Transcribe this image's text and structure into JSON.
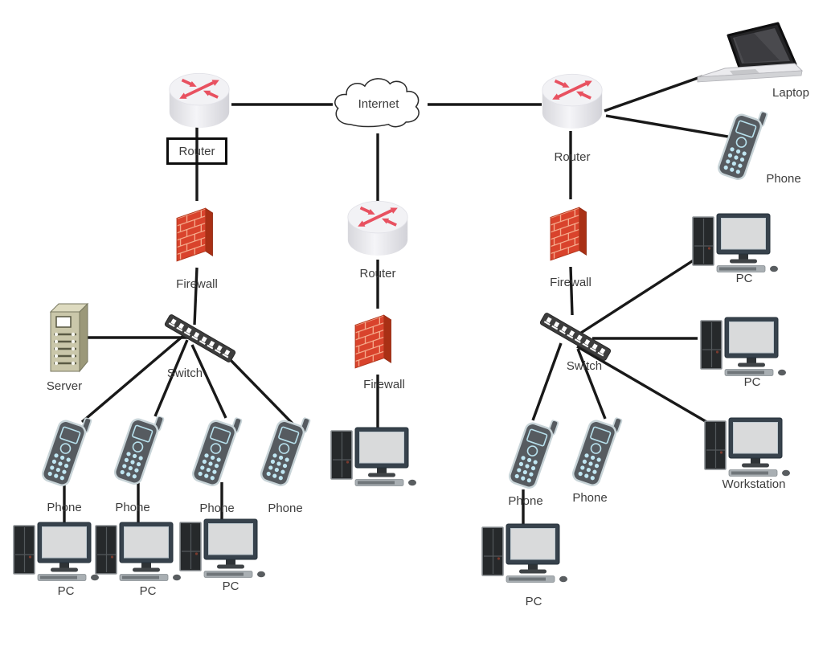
{
  "diagram": {
    "type": "network-topology",
    "background": "#ffffff"
  },
  "nodes": {
    "internet": {
      "label": "Internet",
      "kind": "cloud"
    },
    "router_top_left": {
      "label": "Router",
      "kind": "router"
    },
    "router_top_right": {
      "label": "Router",
      "kind": "router"
    },
    "router_center": {
      "label": "Router",
      "kind": "router"
    },
    "laptop": {
      "label": "Laptop",
      "kind": "laptop"
    },
    "phone_wan": {
      "label": "Phone",
      "kind": "phone"
    },
    "firewall_left": {
      "label": "Firewall",
      "kind": "firewall"
    },
    "firewall_center": {
      "label": "Firewall",
      "kind": "firewall"
    },
    "firewall_right": {
      "label": "Firewall",
      "kind": "firewall"
    },
    "server": {
      "label": "Server",
      "kind": "server"
    },
    "switch_left": {
      "label": "Switch",
      "kind": "switch"
    },
    "switch_right": {
      "label": "Switch",
      "kind": "switch"
    },
    "phone_l1": {
      "label": "Phone",
      "kind": "phone"
    },
    "phone_l2": {
      "label": "Phone",
      "kind": "phone"
    },
    "phone_l3": {
      "label": "Phone",
      "kind": "phone"
    },
    "phone_l4": {
      "label": "Phone",
      "kind": "phone"
    },
    "phone_r1": {
      "label": "Phone",
      "kind": "phone"
    },
    "phone_r2": {
      "label": "Phone",
      "kind": "phone"
    },
    "pc_l1": {
      "label": "PC",
      "kind": "pc"
    },
    "pc_l2": {
      "label": "PC",
      "kind": "pc"
    },
    "pc_l3": {
      "label": "PC",
      "kind": "pc"
    },
    "pc_center": {
      "label": "",
      "kind": "pc"
    },
    "pc_r1": {
      "label": "PC",
      "kind": "pc"
    },
    "pc_r2": {
      "label": "PC",
      "kind": "pc"
    },
    "workstation": {
      "label": "Workstation",
      "kind": "pc"
    },
    "pc_r3": {
      "label": "PC",
      "kind": "pc"
    }
  },
  "edges": [
    [
      "router_top_left",
      "internet"
    ],
    [
      "internet",
      "router_top_right"
    ],
    [
      "internet",
      "router_center"
    ],
    [
      "router_top_left",
      "firewall_left"
    ],
    [
      "firewall_left",
      "switch_left"
    ],
    [
      "switch_left",
      "server"
    ],
    [
      "switch_left",
      "phone_l1"
    ],
    [
      "switch_left",
      "phone_l2"
    ],
    [
      "switch_left",
      "phone_l3"
    ],
    [
      "switch_left",
      "phone_l4"
    ],
    [
      "phone_l1",
      "pc_l1"
    ],
    [
      "phone_l2",
      "pc_l2"
    ],
    [
      "phone_l3",
      "pc_l3"
    ],
    [
      "router_center",
      "firewall_center"
    ],
    [
      "firewall_center",
      "pc_center"
    ],
    [
      "router_top_right",
      "laptop"
    ],
    [
      "router_top_right",
      "phone_wan"
    ],
    [
      "router_top_right",
      "firewall_right"
    ],
    [
      "firewall_right",
      "switch_right"
    ],
    [
      "switch_right",
      "pc_r1"
    ],
    [
      "switch_right",
      "pc_r2"
    ],
    [
      "switch_right",
      "workstation"
    ],
    [
      "switch_right",
      "phone_r1"
    ],
    [
      "switch_right",
      "phone_r2"
    ],
    [
      "phone_r1",
      "pc_r3"
    ]
  ],
  "colors": {
    "wire": "#191919",
    "label_text": "#3d3d3d",
    "router_arrow": "#e85160",
    "firewall_brick": "#d9432c",
    "firewall_mortar": "#f6b091",
    "switch_body": "#3d3d3d",
    "phone_body": "#565b60",
    "phone_keypad": "#bfe6f2",
    "server_body": "#cac7aa"
  }
}
